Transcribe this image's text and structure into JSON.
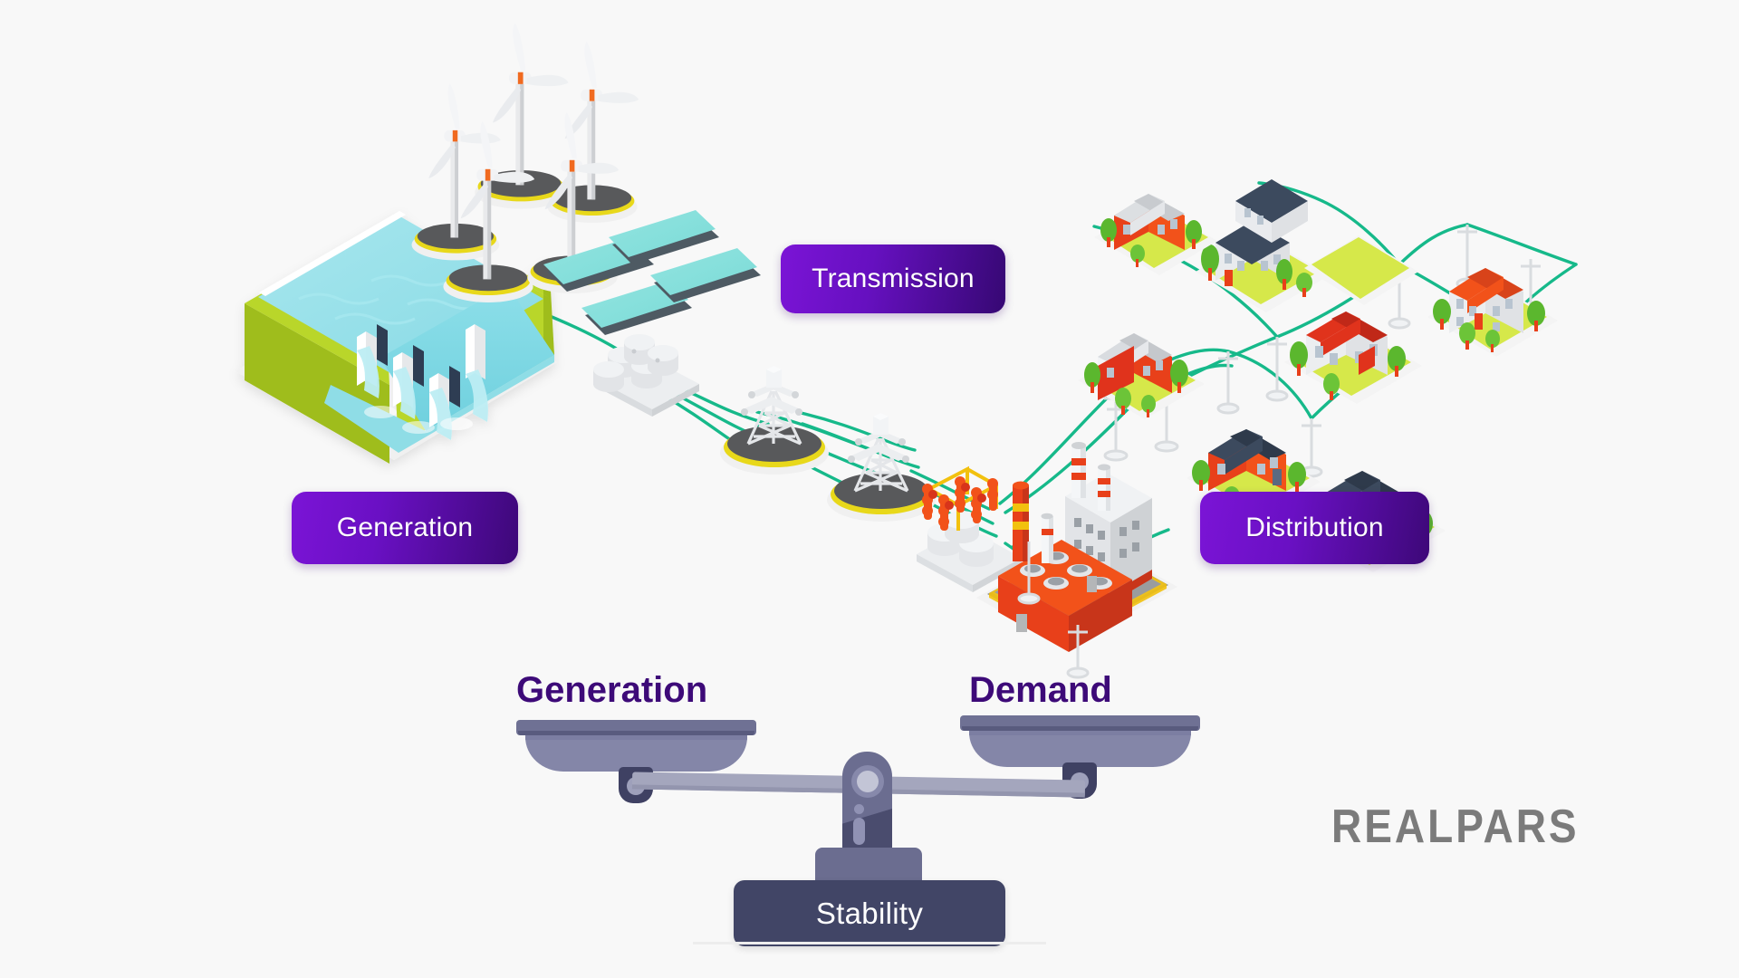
{
  "page": {
    "background_color": "#f8f8f8",
    "title": "Electrical Power Grid - Generation, Transmission, Distribution and Stability"
  },
  "stages": {
    "generation": {
      "label": "Generation",
      "color": "#6a10c4",
      "text_color": "#ffffff"
    },
    "transmission": {
      "label": "Transmission",
      "color": "#6610c0",
      "text_color": "#ffffff"
    },
    "distribution": {
      "label": "Distribution",
      "color": "#6a10c4",
      "text_color": "#ffffff"
    }
  },
  "scale": {
    "left_label": "Generation",
    "right_label": "Demand",
    "base_label": "Stability",
    "label_color": "#3d0a78",
    "metal_color": "#8486a8",
    "base_color": "#414566",
    "base_text_color": "#ffffff"
  },
  "branding": {
    "logo_text": "REALPARS",
    "logo_color": "#7b7b7b"
  },
  "illustration": {
    "power_line_color": "#16b98a",
    "wind_turbine_count": 5,
    "solar_panel_count": 4,
    "transmission_tower_count": 2,
    "utility_pole_count": 8,
    "house_count": 7,
    "hydro_dam": {
      "water_color": "#8fdde6",
      "bank_color": "#b5d627"
    },
    "substation_color": "#f04b18",
    "factory_color": "#e8401a"
  }
}
